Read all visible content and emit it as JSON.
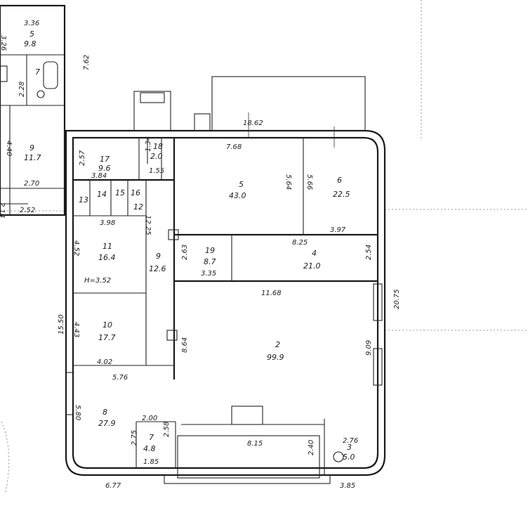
{
  "rooms": [
    {
      "id": "r5a",
      "number": "5",
      "area": "9.8"
    },
    {
      "id": "r7a",
      "number": "7",
      "area": ""
    },
    {
      "id": "r9a",
      "number": "9",
      "area": "11.7"
    },
    {
      "id": "r17",
      "number": "17",
      "area": "9.6"
    },
    {
      "id": "r18",
      "number": "18",
      "area": "2.0"
    },
    {
      "id": "r14",
      "number": "14",
      "area": ""
    },
    {
      "id": "r15",
      "number": "15",
      "area": ""
    },
    {
      "id": "r16",
      "number": "16",
      "area": ""
    },
    {
      "id": "r13",
      "number": "13",
      "area": ""
    },
    {
      "id": "r12",
      "number": "12",
      "area": ""
    },
    {
      "id": "r5",
      "number": "5",
      "area": "43.0"
    },
    {
      "id": "r6",
      "number": "6",
      "area": "22.5"
    },
    {
      "id": "r11",
      "number": "11",
      "area": "16.4"
    },
    {
      "id": "r9",
      "number": "9",
      "area": "12.6"
    },
    {
      "id": "r19",
      "number": "19",
      "area": "8.7"
    },
    {
      "id": "r4",
      "number": "4",
      "area": "21.0"
    },
    {
      "id": "r10",
      "number": "10",
      "area": "17.7"
    },
    {
      "id": "r2",
      "number": "2",
      "area": "99.9"
    },
    {
      "id": "r8",
      "number": "8",
      "area": "27.9"
    },
    {
      "id": "r7",
      "number": "7",
      "area": "4.8"
    },
    {
      "id": "r3",
      "number": "3",
      "area": "5.0"
    }
  ],
  "dimensions": {
    "d_336": "3.36",
    "d_326": "3.26",
    "d_762": "7.62",
    "d_228": "2.28",
    "d_440": "4.40",
    "d_270": "2.70",
    "d_214": "2.14",
    "d_252a": "2.52",
    "d_1862": "18.62",
    "d_768": "7.68",
    "d_257": "2.57",
    "d_134": "1.34",
    "d_384": "3.84",
    "d_155": "1.55",
    "d_564": "5.64",
    "d_566": "5.66",
    "d_398": "3.98",
    "d_1225": "12.25",
    "d_397": "3.97",
    "d_825": "8.25",
    "d_452": "4.52",
    "d_263": "2.63",
    "d_335": "3.35",
    "d_254": "2.54",
    "d_h352": "H=3.52",
    "d_1168": "11.68",
    "d_2075": "20.75",
    "d_1550": "15.50",
    "d_443": "4.43",
    "d_864": "8.64",
    "d_909": "9.09",
    "d_402": "4.02",
    "d_576": "5.76",
    "d_580": "5.80",
    "d_200": "2.00",
    "d_275": "2.75",
    "d_258": "2.58",
    "d_185": "1.85",
    "d_815": "8.15",
    "d_240": "2.40",
    "d_276": "2.76",
    "d_677": "6.77",
    "d_385": "3.85"
  }
}
